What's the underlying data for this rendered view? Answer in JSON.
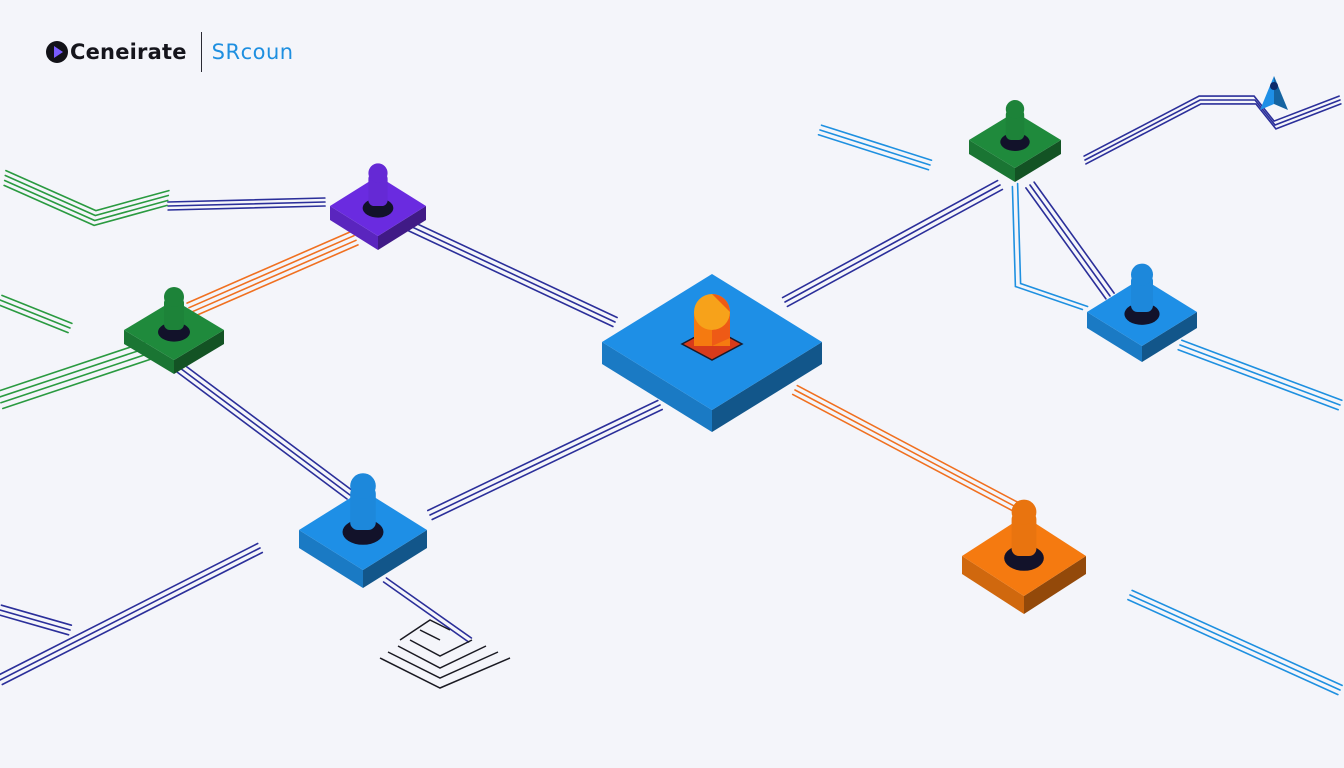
{
  "header": {
    "brand_left": "Ceneirate",
    "brand_right": "SRcoun"
  },
  "diagram": {
    "colors": {
      "blue": "#1e8fe6",
      "green": "#1f8a3c",
      "purple": "#6a2be0",
      "orange": "#f57a10",
      "navy": "#2b2f9a",
      "line_orange": "#f07020",
      "line_green": "#2a9a40",
      "line_sky": "#1e90e0"
    },
    "nodes": [
      {
        "name": "hub-node",
        "color": "blue",
        "icon": "flame-icon"
      },
      {
        "name": "purple-node",
        "color": "purple",
        "icon": "pin-icon"
      },
      {
        "name": "green-node-left",
        "color": "green",
        "icon": "pin-icon"
      },
      {
        "name": "blue-node-bottom",
        "color": "blue",
        "icon": "pin-icon"
      },
      {
        "name": "green-node-top",
        "color": "green",
        "icon": "pin-icon"
      },
      {
        "name": "blue-node-right",
        "color": "blue",
        "icon": "pin-icon"
      },
      {
        "name": "orange-node",
        "color": "orange",
        "icon": "pin-icon"
      },
      {
        "name": "pyramid-marker",
        "color": "blue",
        "icon": "pyramid-icon"
      }
    ]
  }
}
